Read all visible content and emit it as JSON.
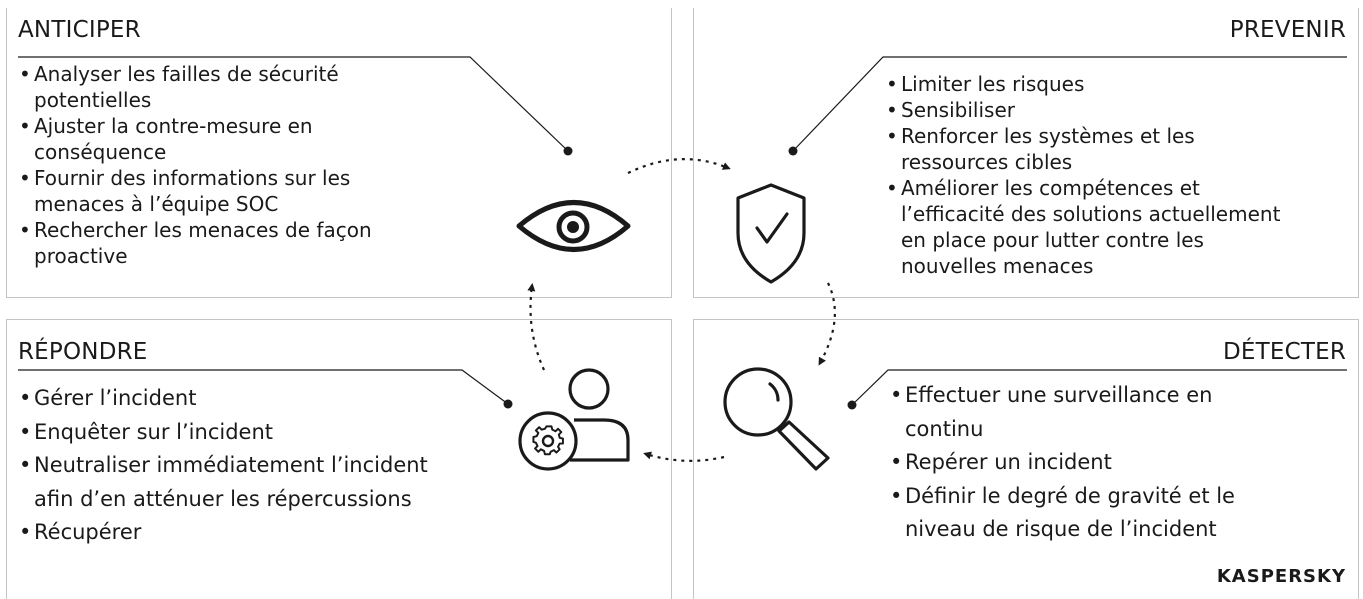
{
  "anticiper": {
    "title": "ANTICIPER",
    "items": [
      [
        "Analyser les failles de sécurité",
        "potentielles"
      ],
      [
        "Ajuster la contre-mesure en",
        "conséquence"
      ],
      [
        "Fournir des informations sur les",
        "menaces à l’équipe SOC"
      ],
      [
        "Rechercher les menaces de façon",
        "proactive"
      ]
    ]
  },
  "prevenir": {
    "title": "PREVENIR",
    "items": [
      [
        "Limiter les risques"
      ],
      [
        "Sensibiliser"
      ],
      [
        "Renforcer les systèmes et les",
        "ressources cibles"
      ],
      [
        "Améliorer les compétences et",
        "l’efficacité des solutions actuellement",
        "en place pour lutter contre les",
        "nouvelles menaces"
      ]
    ]
  },
  "repondre": {
    "title": "RÉPONDRE",
    "items": [
      [
        "Gérer l’incident"
      ],
      [
        "Enquêter sur l’incident"
      ],
      [
        "Neutraliser immédiatement l’incident",
        "afin d’en atténuer les répercussions"
      ],
      [
        "Récupérer"
      ]
    ]
  },
  "detecter": {
    "title": "DÉTECTER",
    "items": [
      [
        "Effectuer une surveillance en",
        "continu"
      ],
      [
        "Repérer un incident"
      ],
      [
        "Définir le degré de gravité et le",
        "niveau de risque de l’incident"
      ]
    ]
  },
  "icons": [
    "eye-icon",
    "shield-check-icon",
    "magnifier-icon",
    "user-gear-icon"
  ],
  "brand": "KASPERSKY",
  "colors": {
    "border": "#c4c4c4",
    "ink": "#1a1a1a"
  }
}
